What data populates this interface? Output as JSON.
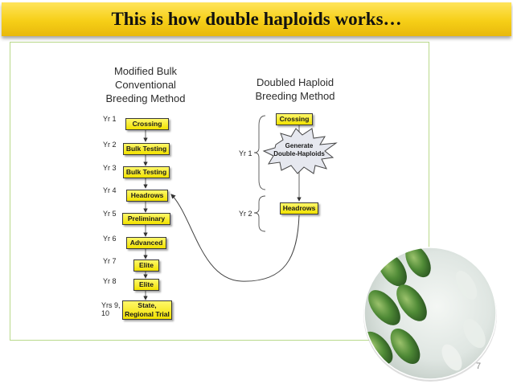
{
  "title": "This is how double haploids works…",
  "left_column": {
    "heading": [
      "Modified Bulk",
      "Conventional",
      "Breeding Method"
    ],
    "steps": [
      {
        "year": "Yr 1",
        "label": "Crossing"
      },
      {
        "year": "Yr 2",
        "label": "Bulk Testing"
      },
      {
        "year": "Yr 3",
        "label": "Bulk Testing"
      },
      {
        "year": "Yr 4",
        "label": "Headrows"
      },
      {
        "year": "Yr 5",
        "label": "Preliminary"
      },
      {
        "year": "Yr 6",
        "label": "Advanced"
      },
      {
        "year": "Yr 7",
        "label": "Elite"
      },
      {
        "year": "Yr 8",
        "label": "Elite"
      },
      {
        "year": "Yrs 9, 10",
        "label": "State, Regional Trial"
      }
    ]
  },
  "right_column": {
    "heading": [
      "Doubled Haploid",
      "Breeding Method"
    ],
    "crossing": "Crossing",
    "burst": [
      "Generate",
      "Double-Haploids"
    ],
    "headrows": "Headrows",
    "yr1": "Yr 1",
    "yr2": "Yr 2"
  },
  "page_number": "7",
  "colors": {
    "title_bar": "#f6cf17",
    "box_fill": "#f7ea00",
    "frame_border": "#b9d98b"
  }
}
